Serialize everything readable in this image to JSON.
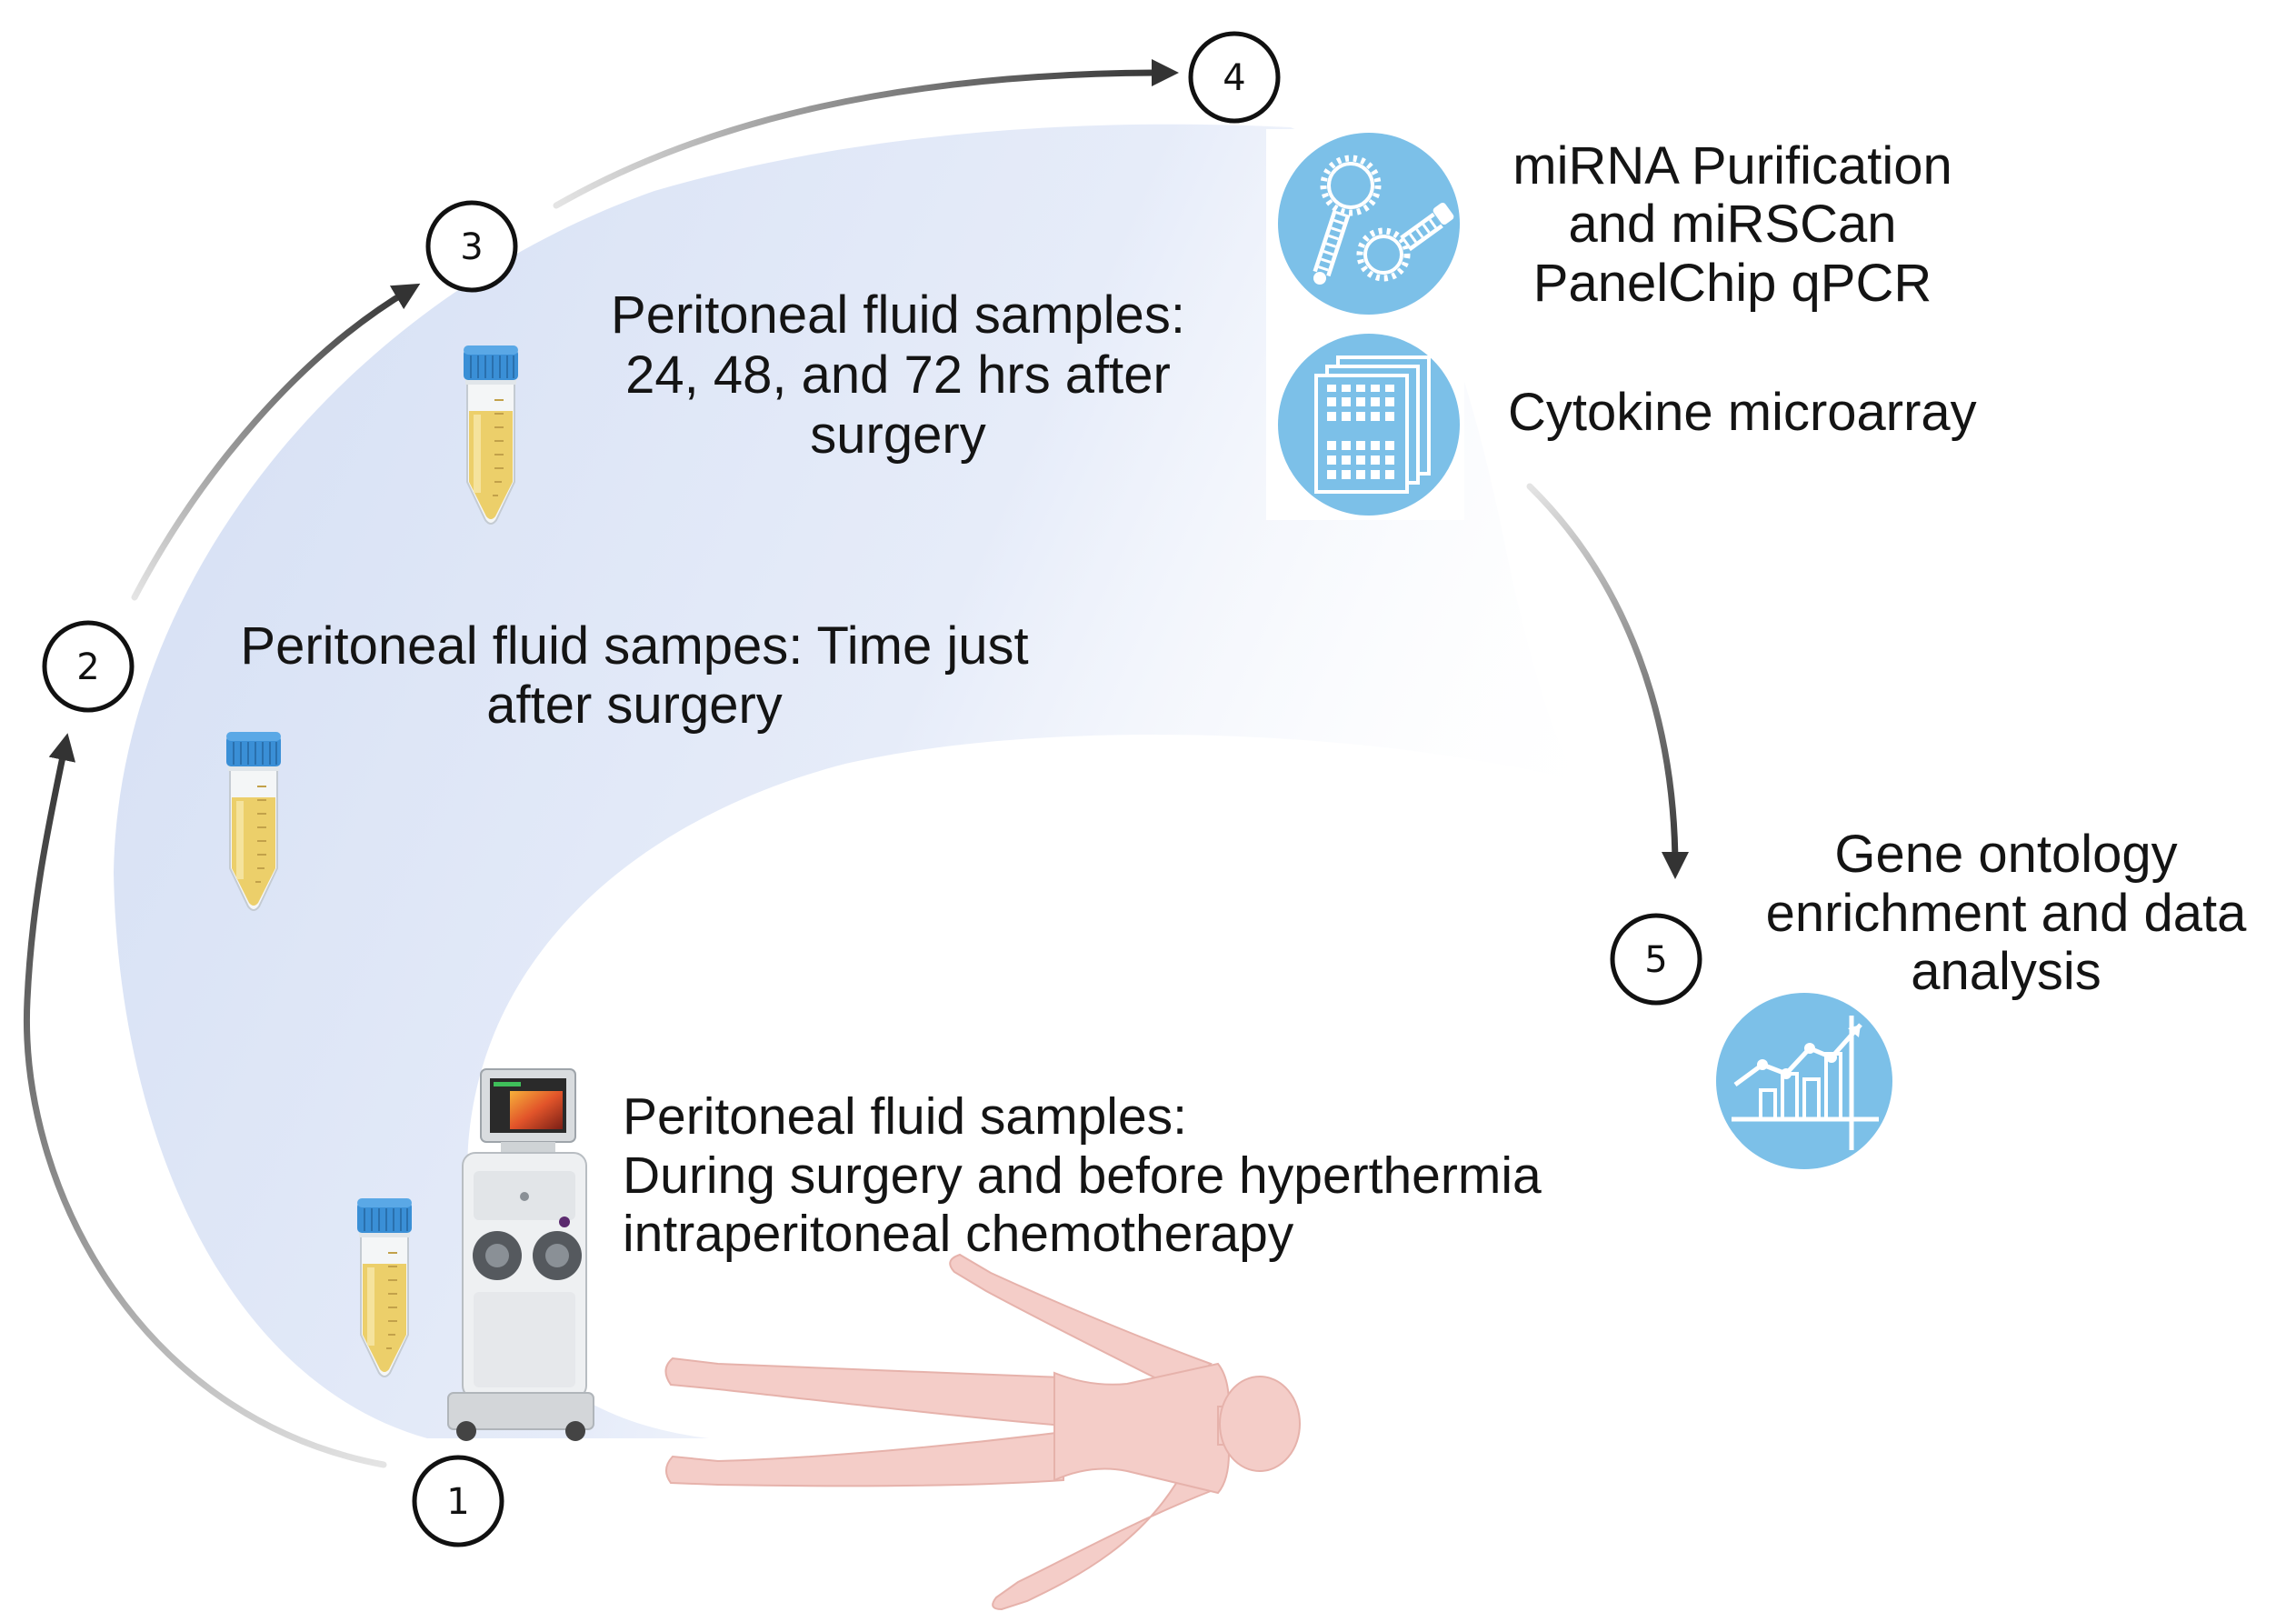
{
  "step_numbers": [
    "1",
    "2",
    "3",
    "4",
    "5"
  ],
  "step1": {
    "lines": [
      "Peritoneal fluid samples:",
      "During surgery and before hyperthermia",
      "intraperitoneal chemotherapy"
    ]
  },
  "step2": {
    "lines": [
      "Peritoneal fluid sampes: Time just",
      "after surgery"
    ]
  },
  "step3": {
    "lines": [
      "Peritoneal fluid samples:",
      "24, 48, and 72 hrs after",
      "surgery"
    ]
  },
  "step4": {
    "mirna_lines": [
      "miRNA Purification",
      "and miRSCan",
      "PanelChip qPCR"
    ],
    "cytokine_label": "Cytokine microarray"
  },
  "step5": {
    "lines": [
      "Gene ontology",
      "enrichment and data",
      "analysis"
    ]
  },
  "icons": {
    "step4_top": "mirna-purification-icon",
    "step4_bottom": "cytokine-microarray-icon",
    "step5": "data-analysis-chart-icon",
    "samples": "sample-tube-icon",
    "device": "hipec-machine-icon",
    "patient": "human-body-icon"
  },
  "colors": {
    "icon_fill": "#7cc0e8",
    "background_band": "#dde5f6",
    "arrow": "#333333",
    "tube_cap": "#3a8fd6",
    "tube_liquid": "#eccf6a",
    "body": "#f4cdc8"
  }
}
